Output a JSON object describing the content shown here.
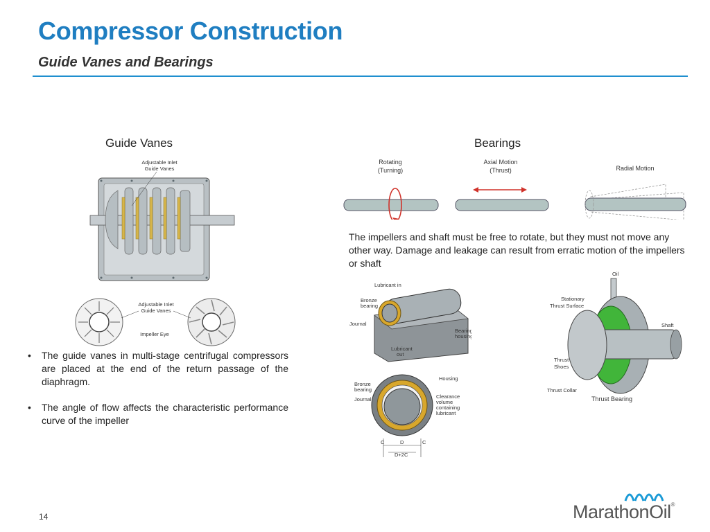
{
  "slide": {
    "title": "Compressor Construction",
    "subtitle": "Guide Vanes and Bearings",
    "page_number": "14"
  },
  "guide_vanes": {
    "heading": "Guide Vanes",
    "diagram_top_label": "Adjustable Inlet\nGuide Vanes",
    "diagram_bottom_label": "Adjustable Inlet\nGuide Vanes",
    "impeller_eye_label": "Impeller Eye",
    "bullets": [
      "The guide vanes in multi-stage centrifugal compressors are placed at the end of the return passage of the diaphragm.",
      "The angle of flow affects the characteristic performance curve of the impeller"
    ]
  },
  "bearings": {
    "heading": "Bearings",
    "motion_labels": {
      "rotating_1": "Rotating",
      "rotating_2": "(Turning)",
      "axial_1": "Axial Motion",
      "axial_2": "(Thrust)",
      "radial": "Radial Motion"
    },
    "description": "The impellers and shaft must be free to rotate, but they must not move any other way.  Damage and leakage can result from erratic motion of the impellers or shaft",
    "journal_labels": {
      "lubricant_in": "Lubricant in",
      "bronze_bearing": "Bronze bearing",
      "journal": "Journal",
      "bearing_housing": "Bearing housing",
      "lubricant_out": "Lubricant out"
    },
    "section_labels": {
      "housing": "Housing",
      "bronze_bearing": "Bronze bearing",
      "journal": "Journal",
      "clearance": "Clearance volume containing lubricant",
      "c": "C",
      "d": "D",
      "d2c": "D+2C"
    },
    "thrust_labels": {
      "oil": "Oil",
      "stationary_1": "Stationary",
      "stationary_2": "Thrust Surface",
      "shaft": "Shaft",
      "shoes_1": "Thrust",
      "shoes_2": "Shoes",
      "collar": "Thrust Collar",
      "bearing": "Thrust Bearing"
    }
  },
  "logo": {
    "name": "MarathonOil",
    "mark": "®"
  },
  "colors": {
    "title": "#1f7ec1",
    "rule": "#1f8fcf",
    "arrow": "#d0322a",
    "logo_blue": "#1a9ad6"
  }
}
